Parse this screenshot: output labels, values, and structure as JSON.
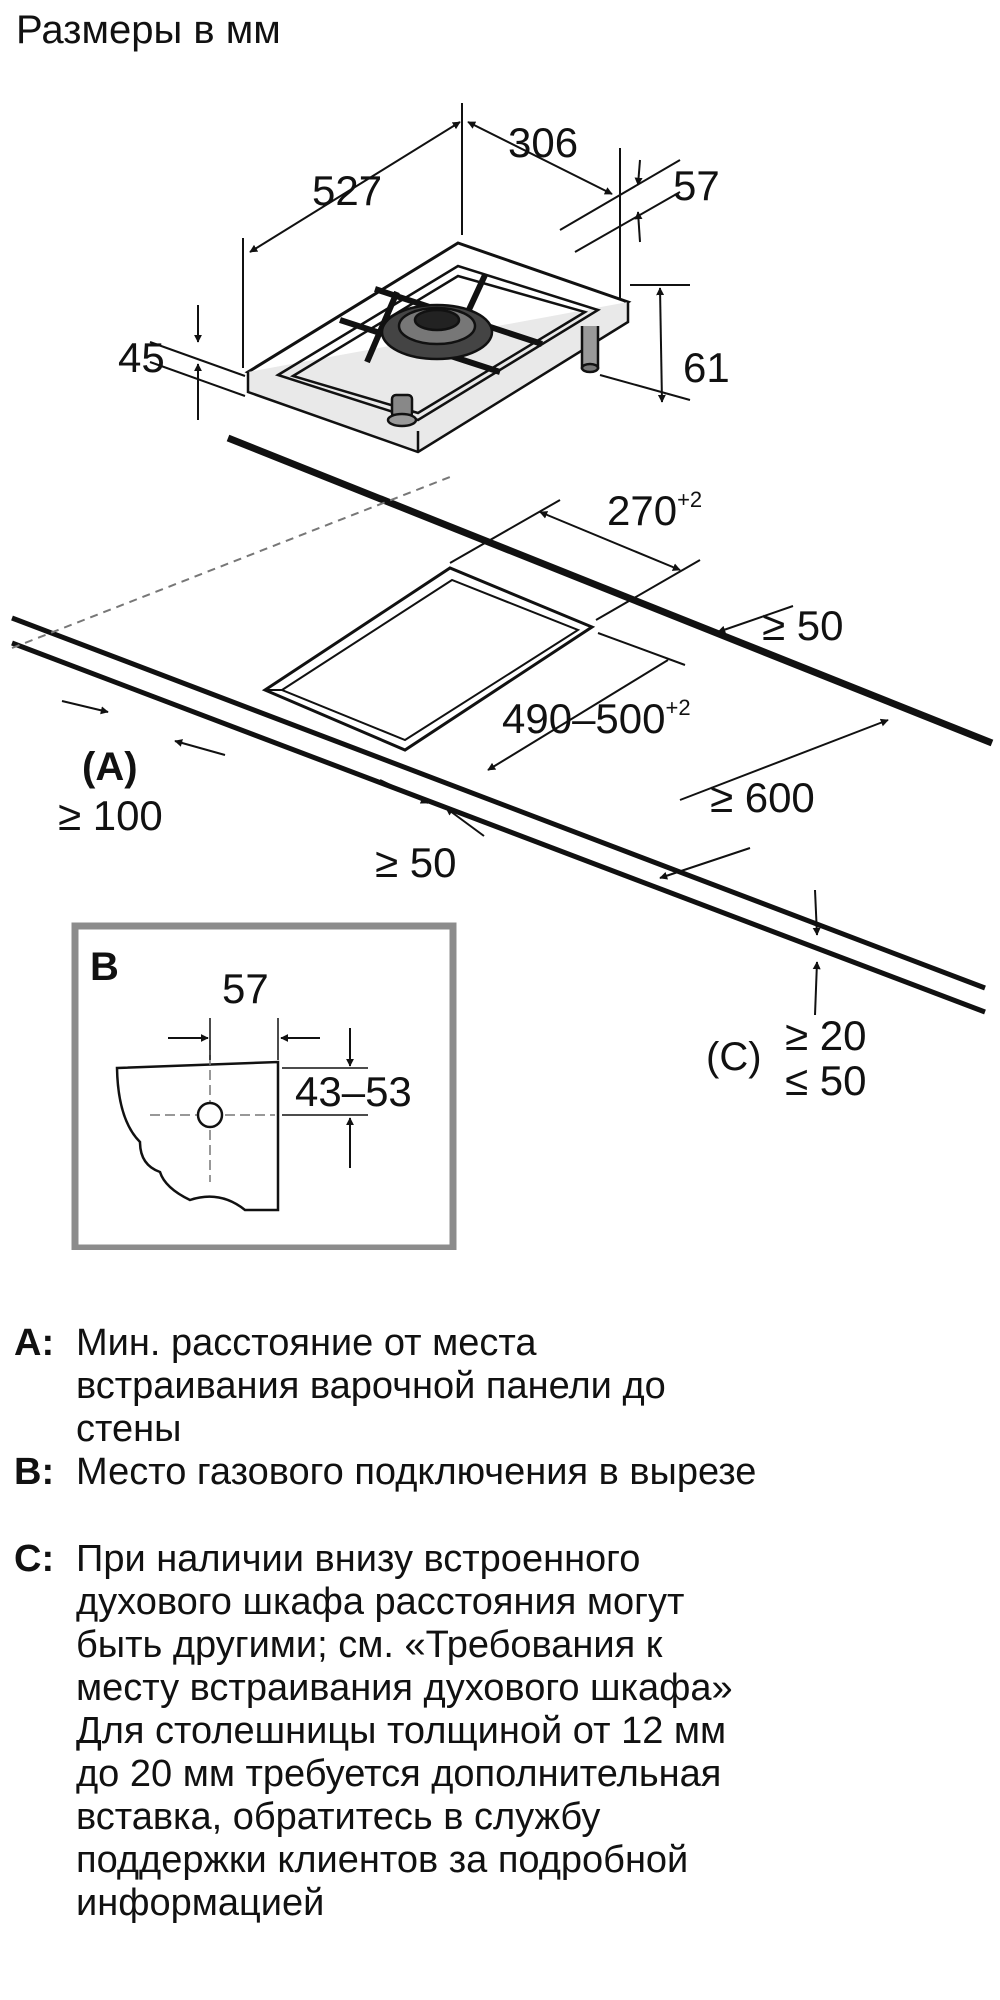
{
  "header": {
    "title": "Размеры в мм"
  },
  "hob": {
    "depth": "527",
    "width": "306",
    "edge_to_flange": "57",
    "below_counter": "45",
    "total_height": "61"
  },
  "cutout": {
    "width": "270",
    "width_tol": "+2",
    "depth": "490–500",
    "depth_tol": "+2",
    "back_clearance": "≥ 50",
    "side_clearance": "≥ 600",
    "front_clearance": "≥ 50",
    "wall_clearance_label": "(A)",
    "wall_clearance": "≥ 100"
  },
  "thickness": {
    "label": "(C)",
    "min": "≥ 20",
    "max": "≤ 50"
  },
  "detail_b": {
    "label": "B",
    "horizontal": "57",
    "vertical": "43–53"
  },
  "legend": {
    "a_key": "A:",
    "a_lines": [
      "Мин. расстояние от места",
      "встраивания варочной панели до",
      "стены"
    ],
    "b_key": "B:",
    "b_lines": [
      "Место газового подключения в вырезе"
    ],
    "c_key": "C:",
    "c_lines": [
      "При наличии внизу встроенного",
      "духового шкафа расстояния могут",
      "быть другими; см. «Требования к",
      "месту встраивания духового шкафа»",
      "Для столешницы толщиной от 12 мм",
      "до 20 мм требуется дополнительная",
      "вставка, обратитесь в службу",
      "поддержки клиентов за подробной",
      "информацией"
    ]
  }
}
